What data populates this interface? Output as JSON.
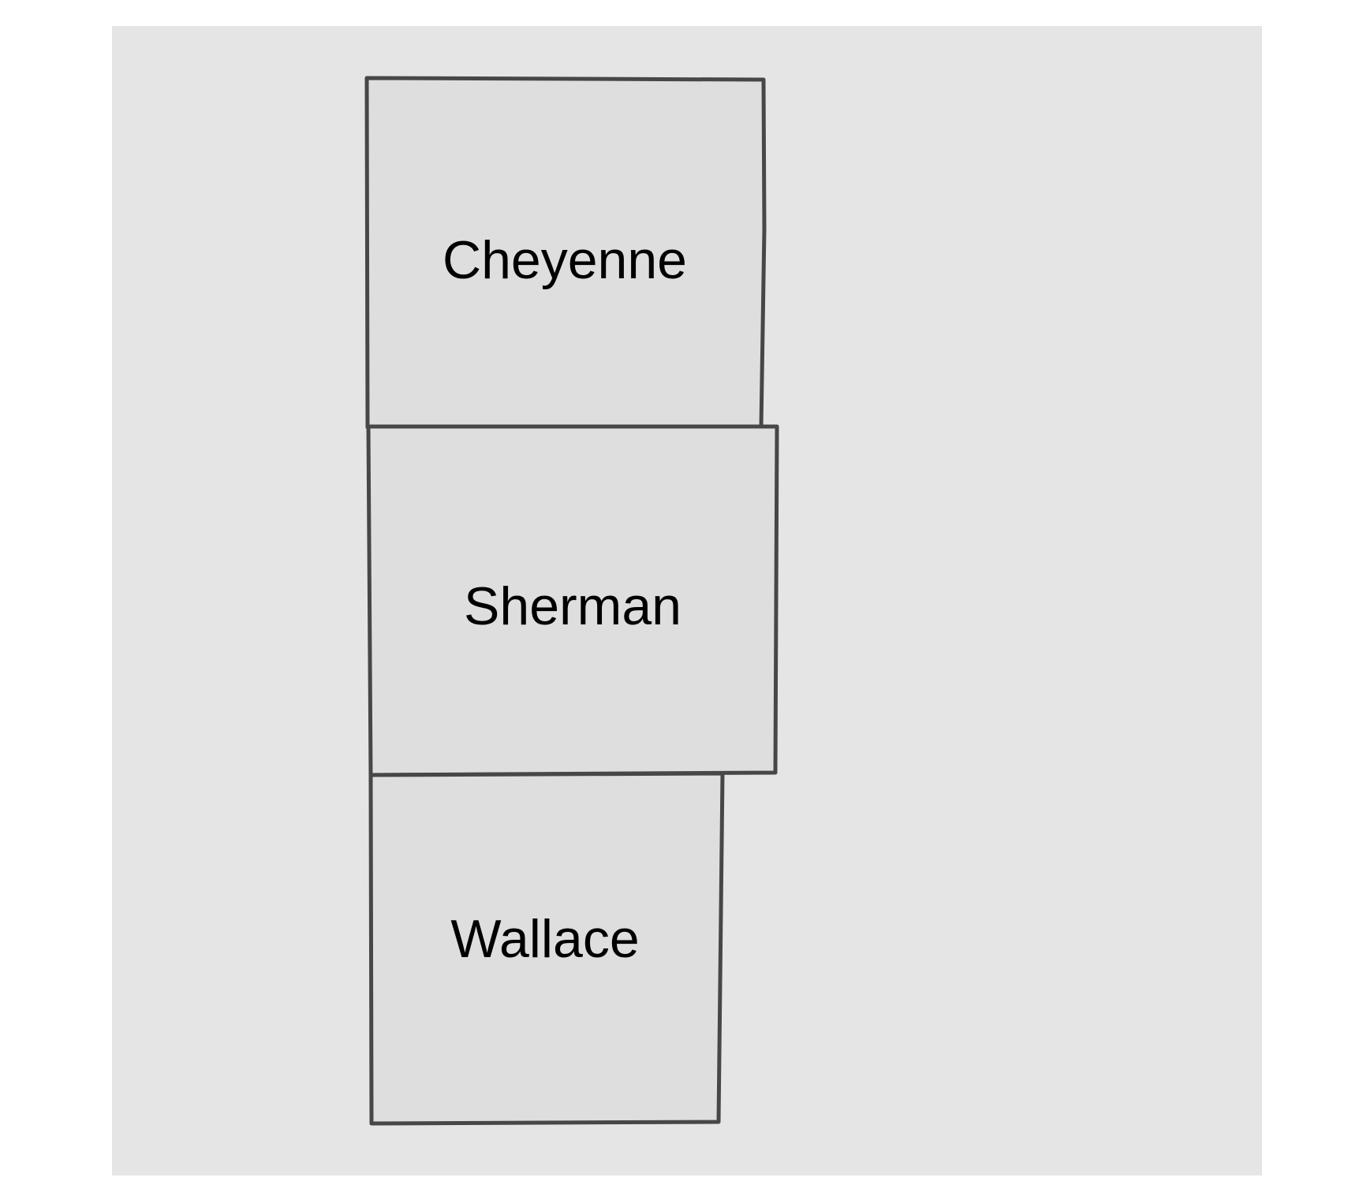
{
  "colors": {
    "page_background": "#ffffff",
    "panel_background": "#e5e5e5",
    "county_fill": "#dedede",
    "county_border": "#474747",
    "label_text": "#000000"
  },
  "counties": [
    {
      "name": "Cheyenne"
    },
    {
      "name": "Sherman"
    },
    {
      "name": "Wallace"
    }
  ]
}
